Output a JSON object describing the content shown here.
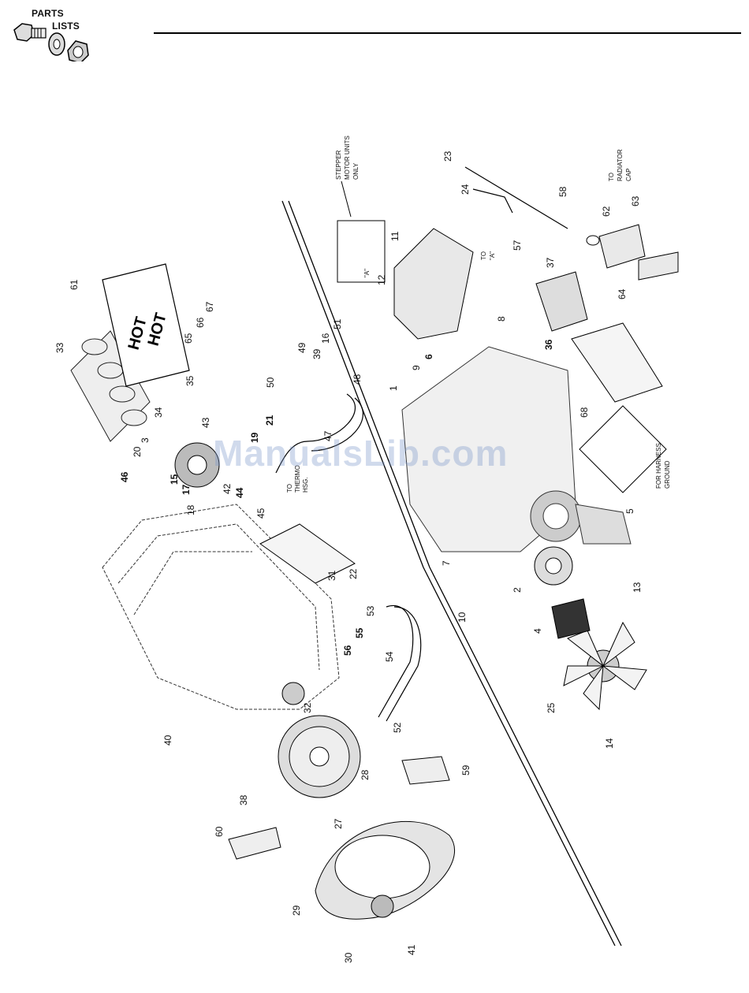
{
  "header": {
    "logo_line1": "PARTS",
    "logo_line2": "LISTS"
  },
  "watermark": "ManualsLib.com",
  "notes": {
    "stepper": [
      "STEPPER",
      "MOTOR UNITS",
      "ONLY"
    ],
    "radiator": [
      "TO",
      "RADIATOR",
      "CAP"
    ],
    "harness": [
      "FOR HARNESS",
      "GROUND"
    ],
    "thermo": [
      "TO",
      "THERMO",
      "HSG."
    ],
    "to_a": [
      "TO",
      "\"A\""
    ],
    "detail_a": "\"A\"",
    "hot1": "HOT",
    "hot2": "HOT"
  },
  "callouts": [
    "61",
    "33",
    "35",
    "65",
    "66",
    "67",
    "34",
    "46",
    "20",
    "3",
    "15",
    "17",
    "18",
    "43",
    "42",
    "44",
    "19",
    "21",
    "50",
    "49",
    "39",
    "16",
    "51",
    "48",
    "47",
    "45",
    "22",
    "31",
    "53",
    "55",
    "56",
    "54",
    "32",
    "28",
    "27",
    "40",
    "38",
    "60",
    "29",
    "30",
    "41",
    "52",
    "59",
    "1",
    "9",
    "6",
    "8",
    "37",
    "36",
    "23",
    "24",
    "58",
    "11",
    "12",
    "62",
    "63",
    "64",
    "68",
    "10",
    "7",
    "2",
    "5",
    "4",
    "25",
    "13",
    "14",
    "57"
  ]
}
